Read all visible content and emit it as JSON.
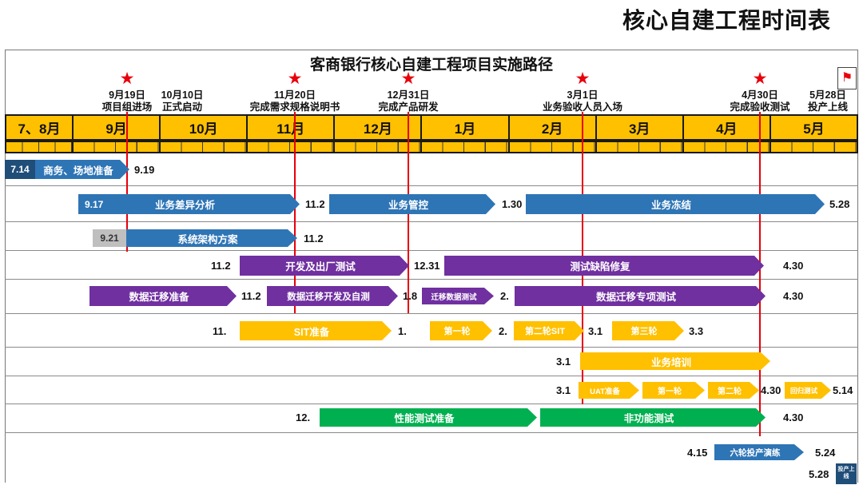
{
  "page_title": "核心自建工程时间表",
  "chart_title": "客商银行核心自建工程项目实施路径",
  "icons": {
    "star": "★",
    "flag": "⚑"
  },
  "colors": {
    "bar_blue": "#2E75B6",
    "bar_navy": "#1F4E79",
    "bar_purple": "#7030A0",
    "bar_orange": "#FFC000",
    "bar_green": "#00B050",
    "milestone_red": "#E8000B",
    "header_yellow": "#FFC000",
    "chip_gray": "#BFBFBF"
  },
  "months": [
    "7、8月",
    "9月",
    "10月",
    "11月",
    "12月",
    "1月",
    "2月",
    "3月",
    "4月",
    "5月"
  ],
  "milestones": [
    {
      "date": "9月19日",
      "label": "项目组进场",
      "marker": "star"
    },
    {
      "date": "10月10日",
      "label": "正式启动",
      "marker": "none"
    },
    {
      "date": "11月20日",
      "label": "完成需求规格说明书",
      "marker": "star"
    },
    {
      "date": "12月31日",
      "label": "完成产品研发",
      "marker": "star"
    },
    {
      "date": "3月1日",
      "label": "业务验收人员入场",
      "marker": "star"
    },
    {
      "date": "4月30日",
      "label": "完成验收测试",
      "marker": "star"
    },
    {
      "date": "5月28日",
      "label": "投产上线",
      "marker": "flag"
    }
  ],
  "tasks": [
    [
      "7.14",
      "商务、场地准备",
      "9.19"
    ],
    [
      "9.17",
      "业务差异分析",
      "11.2",
      "业务管控",
      "1.30",
      "业务冻结",
      "5.28"
    ],
    [
      "9.21",
      "系统架构方案",
      "11.2"
    ],
    [
      "11.2",
      "开发及出厂测试",
      "12.31",
      "测试缺陷修复",
      "4.30"
    ],
    [
      "数据迁移准备",
      "11.2",
      "数据迁移开发及自测",
      "1.8",
      "迁移数据测试",
      "2.",
      "数据迁移专项测试",
      "4.30"
    ],
    [
      "11.",
      "SIT准备",
      "1.",
      "第一轮",
      "2.",
      "第二轮SIT",
      "3.1",
      "第三轮",
      "3.3"
    ],
    [
      "3.1",
      "业务培训"
    ],
    [
      "3.1",
      "UAT准备",
      "第一轮",
      "第二轮",
      "4.30",
      "回归测试",
      "5.14"
    ],
    [
      "12.",
      "性能测试准备",
      "非功能测试",
      "4.30"
    ],
    [
      "4.15",
      "六轮投产演练",
      "5.24"
    ],
    [
      "5.28",
      "投产上线"
    ]
  ]
}
